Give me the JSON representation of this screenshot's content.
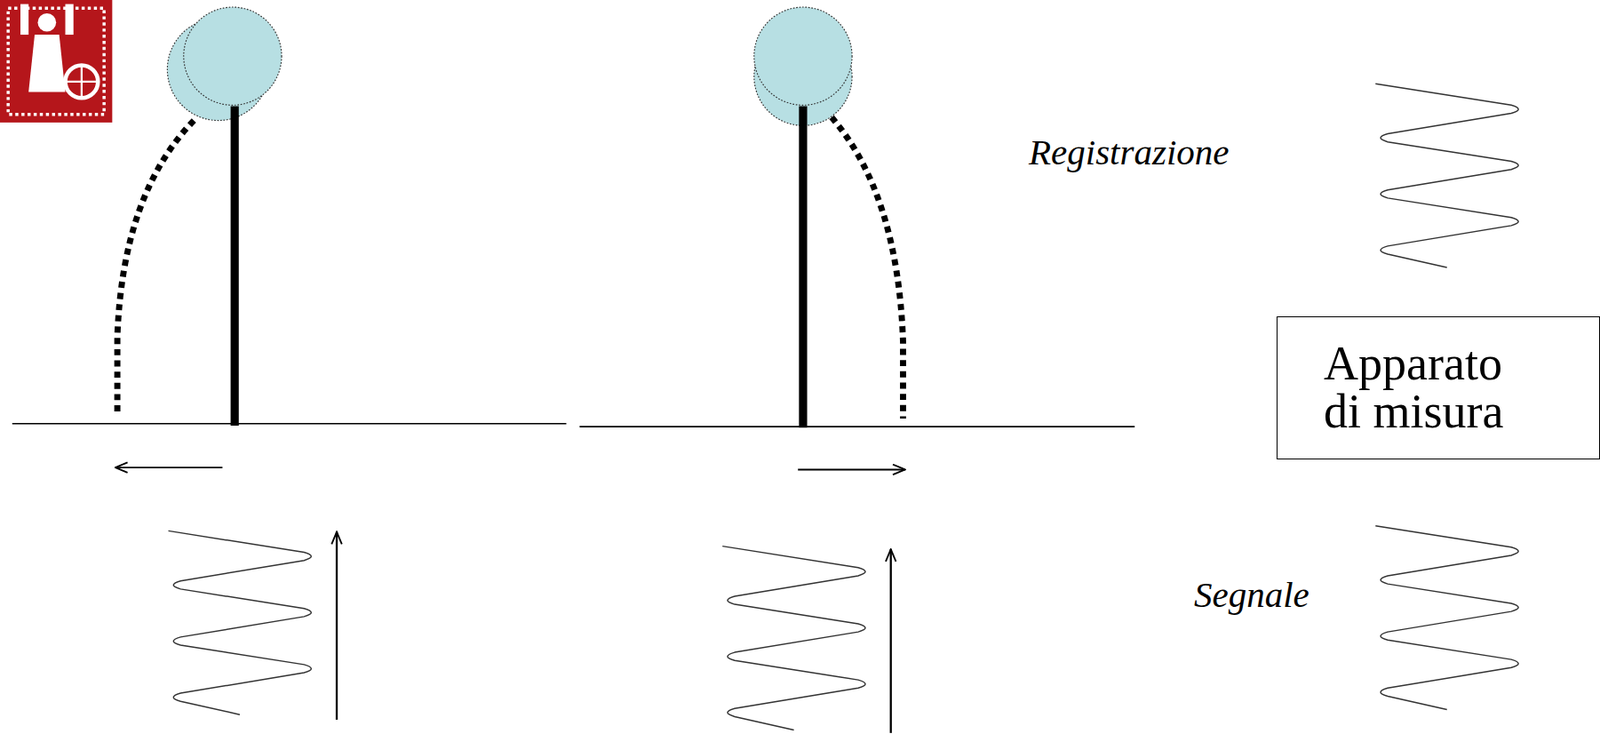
{
  "diagram": {
    "nodes": [
      {
        "text": [
          "Apparato di misura"
        ]
      }
    ],
    "labels": [
      "Registrazione",
      "Segnale"
    ]
  }
}
